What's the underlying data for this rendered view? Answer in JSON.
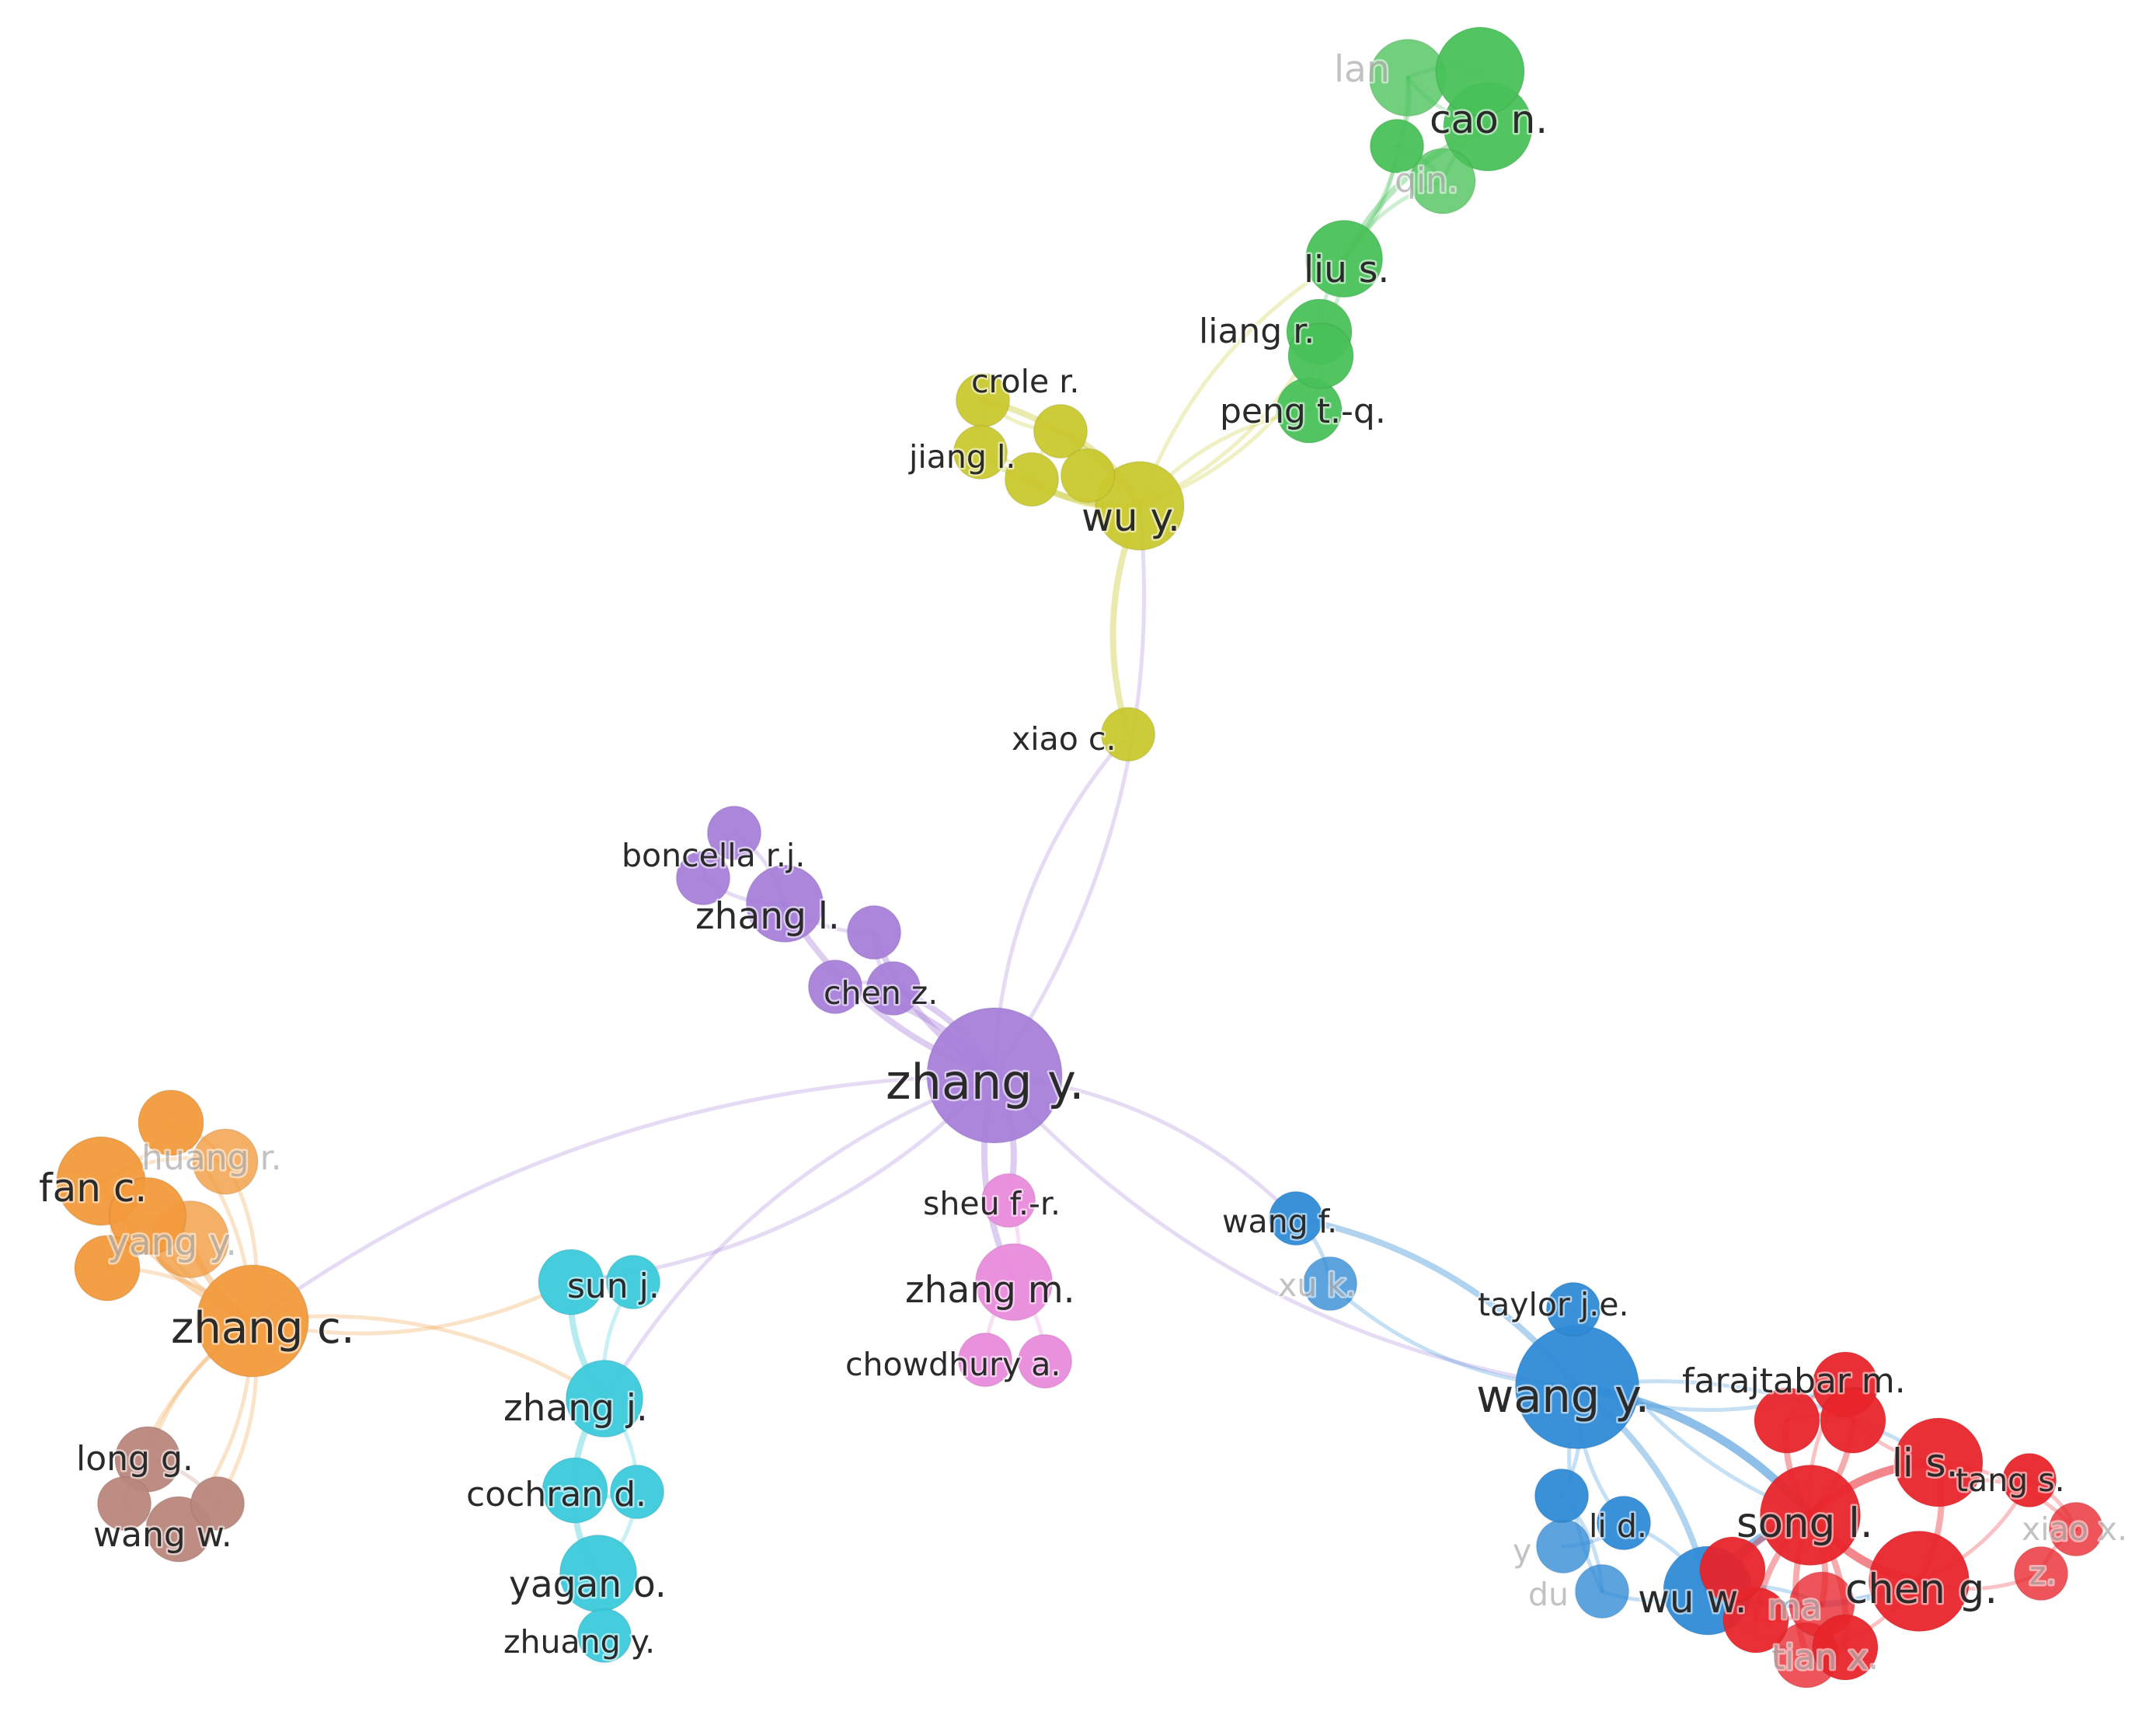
{
  "clusters": {
    "purple": "#a67fd9",
    "yellow": "#c9c82e",
    "green": "#49c159",
    "orange": "#f29a3c",
    "cyan": "#3ccadb",
    "pink": "#e98bdb",
    "blue": "#2f8bd6",
    "red": "#e8252b",
    "brown": "#b9877c"
  },
  "nodes": [
    {
      "id": "zhang_y",
      "label": "zhang y.",
      "cluster": "purple",
      "weight": 10,
      "muted": false
    },
    {
      "id": "zhang_l",
      "label": "zhang l.",
      "cluster": "purple",
      "weight": 5,
      "muted": false
    },
    {
      "id": "boncella",
      "label": "boncella r.j.",
      "cluster": "purple",
      "weight": 3,
      "muted": false
    },
    {
      "id": "chen_z",
      "label": "chen z.",
      "cluster": "purple",
      "weight": 3,
      "muted": false
    },
    {
      "id": "p_a",
      "label": "",
      "cluster": "purple",
      "weight": 3,
      "muted": false
    },
    {
      "id": "p_b",
      "label": "",
      "cluster": "purple",
      "weight": 3,
      "muted": false
    },
    {
      "id": "p_c",
      "label": "",
      "cluster": "purple",
      "weight": 3,
      "muted": false
    },
    {
      "id": "wu_y",
      "label": "wu y.",
      "cluster": "yellow",
      "weight": 6,
      "muted": false
    },
    {
      "id": "crole",
      "label": "crole r.",
      "cluster": "yellow",
      "weight": 3,
      "muted": false
    },
    {
      "id": "jiang",
      "label": "jiang l.",
      "cluster": "yellow",
      "weight": 3,
      "muted": false
    },
    {
      "id": "xiao",
      "label": "xiao c.",
      "cluster": "yellow",
      "weight": 3,
      "muted": false
    },
    {
      "id": "y_a",
      "label": "",
      "cluster": "yellow",
      "weight": 3,
      "muted": false
    },
    {
      "id": "y_b",
      "label": "",
      "cluster": "yellow",
      "weight": 3,
      "muted": false
    },
    {
      "id": "y_c",
      "label": "",
      "cluster": "yellow",
      "weight": 3,
      "muted": false
    },
    {
      "id": "liu_s",
      "label": "liu s.",
      "cluster": "green",
      "weight": 5,
      "muted": false
    },
    {
      "id": "cao_n",
      "label": "cao n.",
      "cluster": "green",
      "weight": 6,
      "muted": false
    },
    {
      "id": "lan",
      "label": "lan",
      "cluster": "green",
      "weight": 5,
      "muted": true
    },
    {
      "id": "qin",
      "label": "qin.",
      "cluster": "green",
      "weight": 4,
      "muted": true
    },
    {
      "id": "liang",
      "label": "liang r.",
      "cluster": "green",
      "weight": 4,
      "muted": false
    },
    {
      "id": "peng",
      "label": "peng t.-q.",
      "cluster": "green",
      "weight": 4,
      "muted": false
    },
    {
      "id": "g_a",
      "label": "",
      "cluster": "green",
      "weight": 6,
      "muted": false
    },
    {
      "id": "g_b",
      "label": "",
      "cluster": "green",
      "weight": 3,
      "muted": false
    },
    {
      "id": "g_c",
      "label": "",
      "cluster": "green",
      "weight": 4,
      "muted": false
    },
    {
      "id": "zhang_c",
      "label": "zhang c.",
      "cluster": "orange",
      "weight": 8,
      "muted": false
    },
    {
      "id": "fan_c",
      "label": "fan c.",
      "cluster": "orange",
      "weight": 6,
      "muted": false
    },
    {
      "id": "huang_r",
      "label": "huang r.",
      "cluster": "orange",
      "weight": 4,
      "muted": true
    },
    {
      "id": "yang_y",
      "label": "yang y.",
      "cluster": "orange",
      "weight": 5,
      "muted": true
    },
    {
      "id": "o_a",
      "label": "",
      "cluster": "orange",
      "weight": 4,
      "muted": false
    },
    {
      "id": "o_b",
      "label": "",
      "cluster": "orange",
      "weight": 5,
      "muted": false
    },
    {
      "id": "o_c",
      "label": "",
      "cluster": "orange",
      "weight": 4,
      "muted": false
    },
    {
      "id": "long_g",
      "label": "long g.",
      "cluster": "brown",
      "weight": 4,
      "muted": false
    },
    {
      "id": "wang_w",
      "label": "wang w.",
      "cluster": "brown",
      "weight": 4,
      "muted": false
    },
    {
      "id": "b_a",
      "label": "",
      "cluster": "brown",
      "weight": 3,
      "muted": false
    },
    {
      "id": "b_b",
      "label": "",
      "cluster": "brown",
      "weight": 3,
      "muted": false
    },
    {
      "id": "sun_j",
      "label": "sun j.",
      "cluster": "cyan",
      "weight": 4,
      "muted": false
    },
    {
      "id": "zhang_j",
      "label": "zhang j.",
      "cluster": "cyan",
      "weight": 5,
      "muted": false
    },
    {
      "id": "cochran",
      "label": "cochran d.",
      "cluster": "cyan",
      "weight": 4,
      "muted": false
    },
    {
      "id": "yagan",
      "label": "yagan o.",
      "cluster": "cyan",
      "weight": 5,
      "muted": false
    },
    {
      "id": "zhuang",
      "label": "zhuang y.",
      "cluster": "cyan",
      "weight": 3,
      "muted": false
    },
    {
      "id": "c_a",
      "label": "",
      "cluster": "cyan",
      "weight": 3,
      "muted": false
    },
    {
      "id": "c_b",
      "label": "",
      "cluster": "cyan",
      "weight": 3,
      "muted": false
    },
    {
      "id": "sheu",
      "label": "sheu f.-r.",
      "cluster": "pink",
      "weight": 3,
      "muted": false
    },
    {
      "id": "zhang_m",
      "label": "zhang m.",
      "cluster": "pink",
      "weight": 5,
      "muted": false
    },
    {
      "id": "chowdhury",
      "label": "chowdhury a.",
      "cluster": "pink",
      "weight": 3,
      "muted": false
    },
    {
      "id": "k_a",
      "label": "",
      "cluster": "pink",
      "weight": 3,
      "muted": false
    },
    {
      "id": "wang_y",
      "label": "wang y.",
      "cluster": "blue",
      "weight": 9,
      "muted": false
    },
    {
      "id": "wang_f",
      "label": "wang f.",
      "cluster": "blue",
      "weight": 3,
      "muted": false
    },
    {
      "id": "xu_k",
      "label": "xu k.",
      "cluster": "blue",
      "weight": 3,
      "muted": true
    },
    {
      "id": "taylor",
      "label": "taylor j.e.",
      "cluster": "blue",
      "weight": 3,
      "muted": false
    },
    {
      "id": "wu_w",
      "label": "wu w.",
      "cluster": "blue",
      "weight": 6,
      "muted": false
    },
    {
      "id": "li_d",
      "label": "li d.",
      "cluster": "blue",
      "weight": 3,
      "muted": false
    },
    {
      "id": "du",
      "label": "du",
      "cluster": "blue",
      "weight": 3,
      "muted": true
    },
    {
      "id": "bl_y",
      "label": "y",
      "cluster": "blue",
      "weight": 3,
      "muted": true
    },
    {
      "id": "bl_a",
      "label": "",
      "cluster": "blue",
      "weight": 3,
      "muted": false
    },
    {
      "id": "song_l",
      "label": "song l.",
      "cluster": "red",
      "weight": 7,
      "muted": false
    },
    {
      "id": "li_s",
      "label": "li s.",
      "cluster": "red",
      "weight": 6,
      "muted": false
    },
    {
      "id": "chen_g",
      "label": "chen g.",
      "cluster": "red",
      "weight": 7,
      "muted": false
    },
    {
      "id": "farajtabar",
      "label": "farajtabar m.",
      "cluster": "red",
      "weight": 4,
      "muted": false
    },
    {
      "id": "tang_s",
      "label": "tang s.",
      "cluster": "red",
      "weight": 3,
      "muted": false
    },
    {
      "id": "tian_x",
      "label": "tian x.",
      "cluster": "red",
      "weight": 4,
      "muted": true
    },
    {
      "id": "ma",
      "label": "ma",
      "cluster": "red",
      "weight": 4,
      "muted": true
    },
    {
      "id": "xiao_x",
      "label": "xiao x.",
      "cluster": "red",
      "weight": 3,
      "muted": true
    },
    {
      "id": "z_r",
      "label": "z.",
      "cluster": "red",
      "weight": 3,
      "muted": true
    },
    {
      "id": "r_a",
      "label": "",
      "cluster": "red",
      "weight": 4,
      "muted": false
    },
    {
      "id": "r_b",
      "label": "",
      "cluster": "red",
      "weight": 4,
      "muted": false
    },
    {
      "id": "r_c",
      "label": "",
      "cluster": "red",
      "weight": 4,
      "muted": false
    },
    {
      "id": "r_d",
      "label": "",
      "cluster": "red",
      "weight": 4,
      "muted": false
    },
    {
      "id": "r_e",
      "label": "",
      "cluster": "red",
      "weight": 4,
      "muted": false
    }
  ],
  "edges": [
    [
      "zhang_y",
      "zhang_l",
      2
    ],
    [
      "zhang_y",
      "chen_z",
      2
    ],
    [
      "zhang_y",
      "p_b",
      2
    ],
    [
      "zhang_y",
      "p_c",
      2
    ],
    [
      "zhang_l",
      "boncella",
      1
    ],
    [
      "zhang_l",
      "p_a",
      1
    ],
    [
      "boncella",
      "p_a",
      1
    ],
    [
      "zhang_l",
      "p_b",
      1
    ],
    [
      "chen_z",
      "p_c",
      1
    ],
    [
      "p_b",
      "p_c",
      1
    ],
    [
      "zhang_y",
      "xiao",
      1
    ],
    [
      "zhang_y",
      "wu_y",
      1
    ],
    [
      "xiao",
      "wu_y",
      2
    ],
    [
      "wu_y",
      "crole",
      2
    ],
    [
      "wu_y",
      "jiang",
      2
    ],
    [
      "wu_y",
      "y_a",
      2
    ],
    [
      "wu_y",
      "y_b",
      2
    ],
    [
      "wu_y",
      "y_c",
      1
    ],
    [
      "crole",
      "jiang",
      1
    ],
    [
      "crole",
      "y_a",
      1
    ],
    [
      "jiang",
      "y_b",
      1
    ],
    [
      "y_a",
      "y_b",
      1
    ],
    [
      "wu_y",
      "liu_s",
      1
    ],
    [
      "wu_y",
      "liang",
      1
    ],
    [
      "wu_y",
      "peng",
      1
    ],
    [
      "wu_y",
      "g_c",
      1
    ],
    [
      "liu_s",
      "cao_n",
      2
    ],
    [
      "liu_s",
      "lan",
      1
    ],
    [
      "liu_s",
      "qin",
      1
    ],
    [
      "liu_s",
      "g_b",
      1
    ],
    [
      "liu_s",
      "liang",
      1
    ],
    [
      "liu_s",
      "g_c",
      1
    ],
    [
      "cao_n",
      "lan",
      1
    ],
    [
      "cao_n",
      "g_a",
      1
    ],
    [
      "lan",
      "g_a",
      1
    ],
    [
      "cao_n",
      "qin",
      1
    ],
    [
      "g_b",
      "qin",
      1
    ],
    [
      "g_b",
      "lan",
      1
    ],
    [
      "liang",
      "peng",
      1
    ],
    [
      "g_c",
      "peng",
      1
    ],
    [
      "liang",
      "g_c",
      1
    ],
    [
      "zhang_y",
      "zhang_c",
      1
    ],
    [
      "zhang_y",
      "sun_j",
      1
    ],
    [
      "zhang_y",
      "zhang_j",
      1
    ],
    [
      "zhang_c",
      "fan_c",
      2
    ],
    [
      "zhang_c",
      "huang_r",
      1
    ],
    [
      "zhang_c",
      "yang_y",
      2
    ],
    [
      "zhang_c",
      "o_a",
      1
    ],
    [
      "zhang_c",
      "o_b",
      1
    ],
    [
      "zhang_c",
      "o_c",
      1
    ],
    [
      "fan_c",
      "huang_r",
      1
    ],
    [
      "fan_c",
      "o_a",
      1
    ],
    [
      "fan_c",
      "yang_y",
      1
    ],
    [
      "yang_y",
      "o_b",
      1
    ],
    [
      "o_a",
      "huang_r",
      1
    ],
    [
      "o_b",
      "o_c",
      1
    ],
    [
      "fan_c",
      "o_c",
      1
    ],
    [
      "zhang_c",
      "long_g",
      1
    ],
    [
      "zhang_c",
      "wang_w",
      1
    ],
    [
      "zhang_c",
      "b_a",
      1
    ],
    [
      "zhang_c",
      "b_b",
      1
    ],
    [
      "long_g",
      "b_a",
      1
    ],
    [
      "long_g",
      "b_b",
      1
    ],
    [
      "b_a",
      "wang_w",
      1
    ],
    [
      "b_b",
      "wang_w",
      1
    ],
    [
      "zhang_c",
      "sun_j",
      1
    ],
    [
      "zhang_c",
      "zhang_j",
      1
    ],
    [
      "sun_j",
      "zhang_j",
      2
    ],
    [
      "sun_j",
      "c_a",
      1
    ],
    [
      "zhang_j",
      "cochran",
      2
    ],
    [
      "zhang_j",
      "c_b",
      1
    ],
    [
      "cochran",
      "yagan",
      2
    ],
    [
      "c_b",
      "yagan",
      1
    ],
    [
      "cochran",
      "c_b",
      1
    ],
    [
      "yagan",
      "zhuang",
      1
    ],
    [
      "c_a",
      "zhang_j",
      1
    ],
    [
      "zhang_y",
      "sheu",
      2
    ],
    [
      "zhang_y",
      "zhang_m",
      2
    ],
    [
      "sheu",
      "zhang_m",
      1
    ],
    [
      "zhang_m",
      "chowdhury",
      1
    ],
    [
      "zhang_m",
      "k_a",
      1
    ],
    [
      "chowdhury",
      "k_a",
      1
    ],
    [
      "zhang_y",
      "wang_f",
      1
    ],
    [
      "zhang_y",
      "wang_y",
      1
    ],
    [
      "wang_f",
      "wang_y",
      2
    ],
    [
      "xu_k",
      "wang_y",
      1
    ],
    [
      "wang_f",
      "xu_k",
      1
    ],
    [
      "taylor",
      "wang_y",
      1
    ],
    [
      "wang_y",
      "wu_w",
      2
    ],
    [
      "wang_y",
      "li_d",
      1
    ],
    [
      "wang_y",
      "bl_a",
      1
    ],
    [
      "wang_y",
      "du",
      1
    ],
    [
      "li_d",
      "wu_w",
      1
    ],
    [
      "du",
      "wu_w",
      1
    ],
    [
      "bl_a",
      "du",
      1
    ],
    [
      "bl_y",
      "li_d",
      1
    ],
    [
      "wang_y",
      "song_l",
      3
    ],
    [
      "wang_y",
      "farajtabar",
      1
    ],
    [
      "wang_y",
      "li_s",
      1
    ],
    [
      "taylor",
      "song_l",
      1
    ],
    [
      "wu_w",
      "song_l",
      3
    ],
    [
      "wu_w",
      "chen_g",
      2
    ],
    [
      "wu_w",
      "ma",
      1
    ],
    [
      "wu_w",
      "tian_x",
      1
    ],
    [
      "song_l",
      "li_s",
      3
    ],
    [
      "song_l",
      "chen_g",
      3
    ],
    [
      "song_l",
      "r_a",
      2
    ],
    [
      "song_l",
      "r_b",
      2
    ],
    [
      "song_l",
      "farajtabar",
      1
    ],
    [
      "song_l",
      "tian_x",
      2
    ],
    [
      "song_l",
      "ma",
      2
    ],
    [
      "song_l",
      "r_c",
      2
    ],
    [
      "song_l",
      "r_d",
      2
    ],
    [
      "song_l",
      "r_e",
      2
    ],
    [
      "li_s",
      "chen_g",
      2
    ],
    [
      "li_s",
      "tang_s",
      1
    ],
    [
      "li_s",
      "xiao_x",
      1
    ],
    [
      "chen_g",
      "z_r",
      1
    ],
    [
      "chen_g",
      "tian_x",
      1
    ],
    [
      "chen_g",
      "tang_s",
      1
    ],
    [
      "tang_s",
      "xiao_x",
      1
    ],
    [
      "xiao_x",
      "z_r",
      1
    ],
    [
      "r_a",
      "r_b",
      1
    ],
    [
      "r_b",
      "li_s",
      1
    ],
    [
      "r_a",
      "farajtabar",
      1
    ],
    [
      "tian_x",
      "r_d",
      1
    ],
    [
      "ma",
      "r_c",
      1
    ],
    [
      "r_c",
      "r_e",
      1
    ]
  ]
}
